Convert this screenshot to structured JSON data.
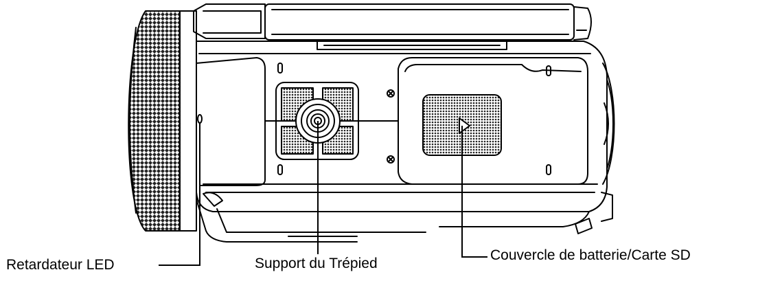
{
  "diagram": {
    "callouts": [
      {
        "id": "self-timer-led",
        "text": "Retardateur LED"
      },
      {
        "id": "tripod-mount",
        "text": "Support du Trépied"
      },
      {
        "id": "battery-sd-cover",
        "text": "Couvercle de batterie/Carte SD"
      }
    ],
    "colors": {
      "line": "#000000",
      "background": "#ffffff",
      "texture": "#222222"
    }
  }
}
